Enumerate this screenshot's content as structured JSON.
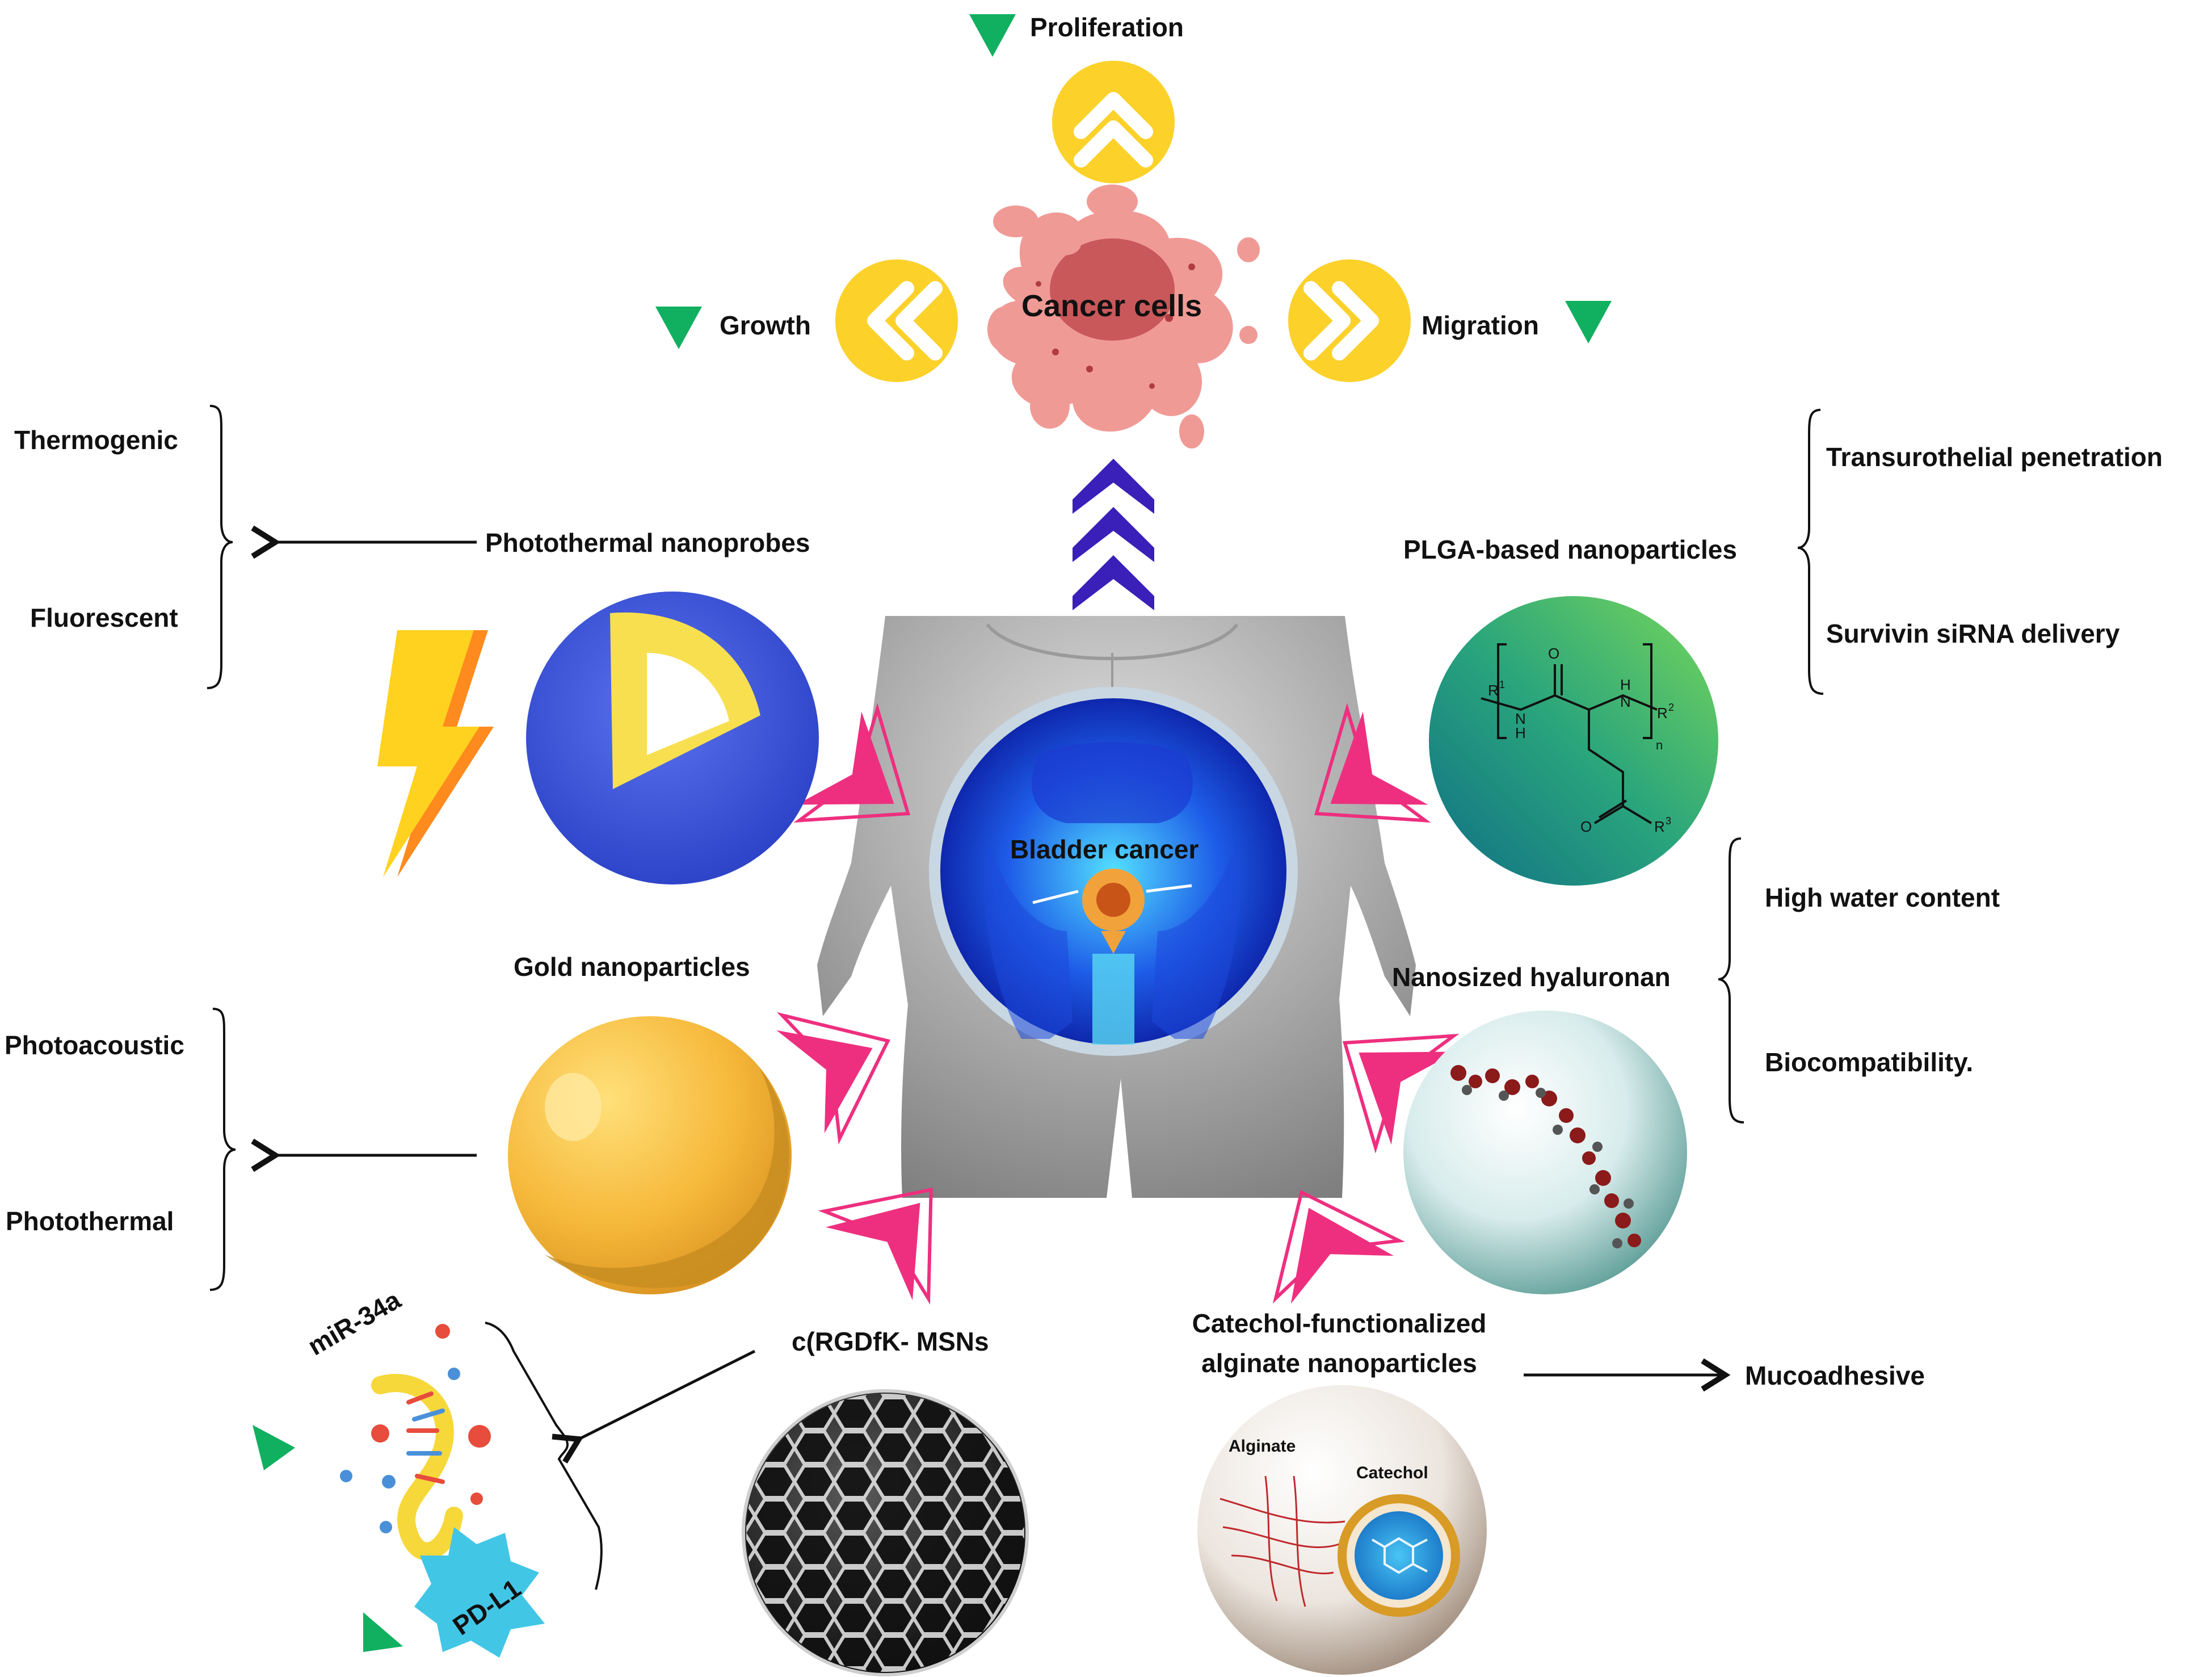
{
  "center": {
    "cancer_cells": "Cancer cells",
    "proliferation": "Proliferation",
    "growth": "Growth",
    "migration": "Migration",
    "bladder_cancer": "Bladder cancer"
  },
  "photothermal": {
    "label": "Photothermal nanoprobes",
    "props": [
      "Thermogenic",
      "Fluorescent"
    ]
  },
  "plga": {
    "label": "PLGA-based nanoparticles",
    "props": [
      "Transurothelial penetration",
      "Survivin siRNA delivery"
    ],
    "formula": {
      "r1": "R",
      "r1_sup": "1",
      "r2": "R",
      "r2_sup": "2",
      "r3": "R",
      "r3_sup": "3",
      "n_atom": "N",
      "h_atom": "H",
      "o_atom": "O",
      "n_sub": "n"
    }
  },
  "gold": {
    "label": "Gold nanoparticles",
    "props": [
      "Photoacoustic",
      "Photothermal"
    ]
  },
  "hyaluronan": {
    "label": "Nanosized hyaluronan",
    "props": [
      "High water content",
      "Biocompatibility."
    ]
  },
  "msn": {
    "label": "c(RGDfK- MSNs",
    "mir": "miR-34a",
    "pdl1": "PD-L1"
  },
  "alginate": {
    "label_line1": "Catechol-functionalized",
    "label_line2": "alginate nanoparticles",
    "effect": "Mucoadhesive",
    "alginate_tag": "Alginate",
    "catechol_tag": "Catechol"
  },
  "colors": {
    "down_arrow_green": "#10b060",
    "chevron_yellow": "#fcd12a",
    "pink_arrow": "#ee2f7f",
    "blue_chevron": "#3a1fb8",
    "cancer_pink": "#f09a96",
    "cancer_core": "#c9585a",
    "blue_sphere": "#3f59e0",
    "gold_sphere": "#f6b83a",
    "plga_grad_start": "#1f8a8c",
    "plga_grad_end": "#73d05a"
  },
  "icons": [
    "down-triangle-icon",
    "double-chevron-icon",
    "lightning-icon",
    "brace-icon",
    "arrow-icon"
  ]
}
